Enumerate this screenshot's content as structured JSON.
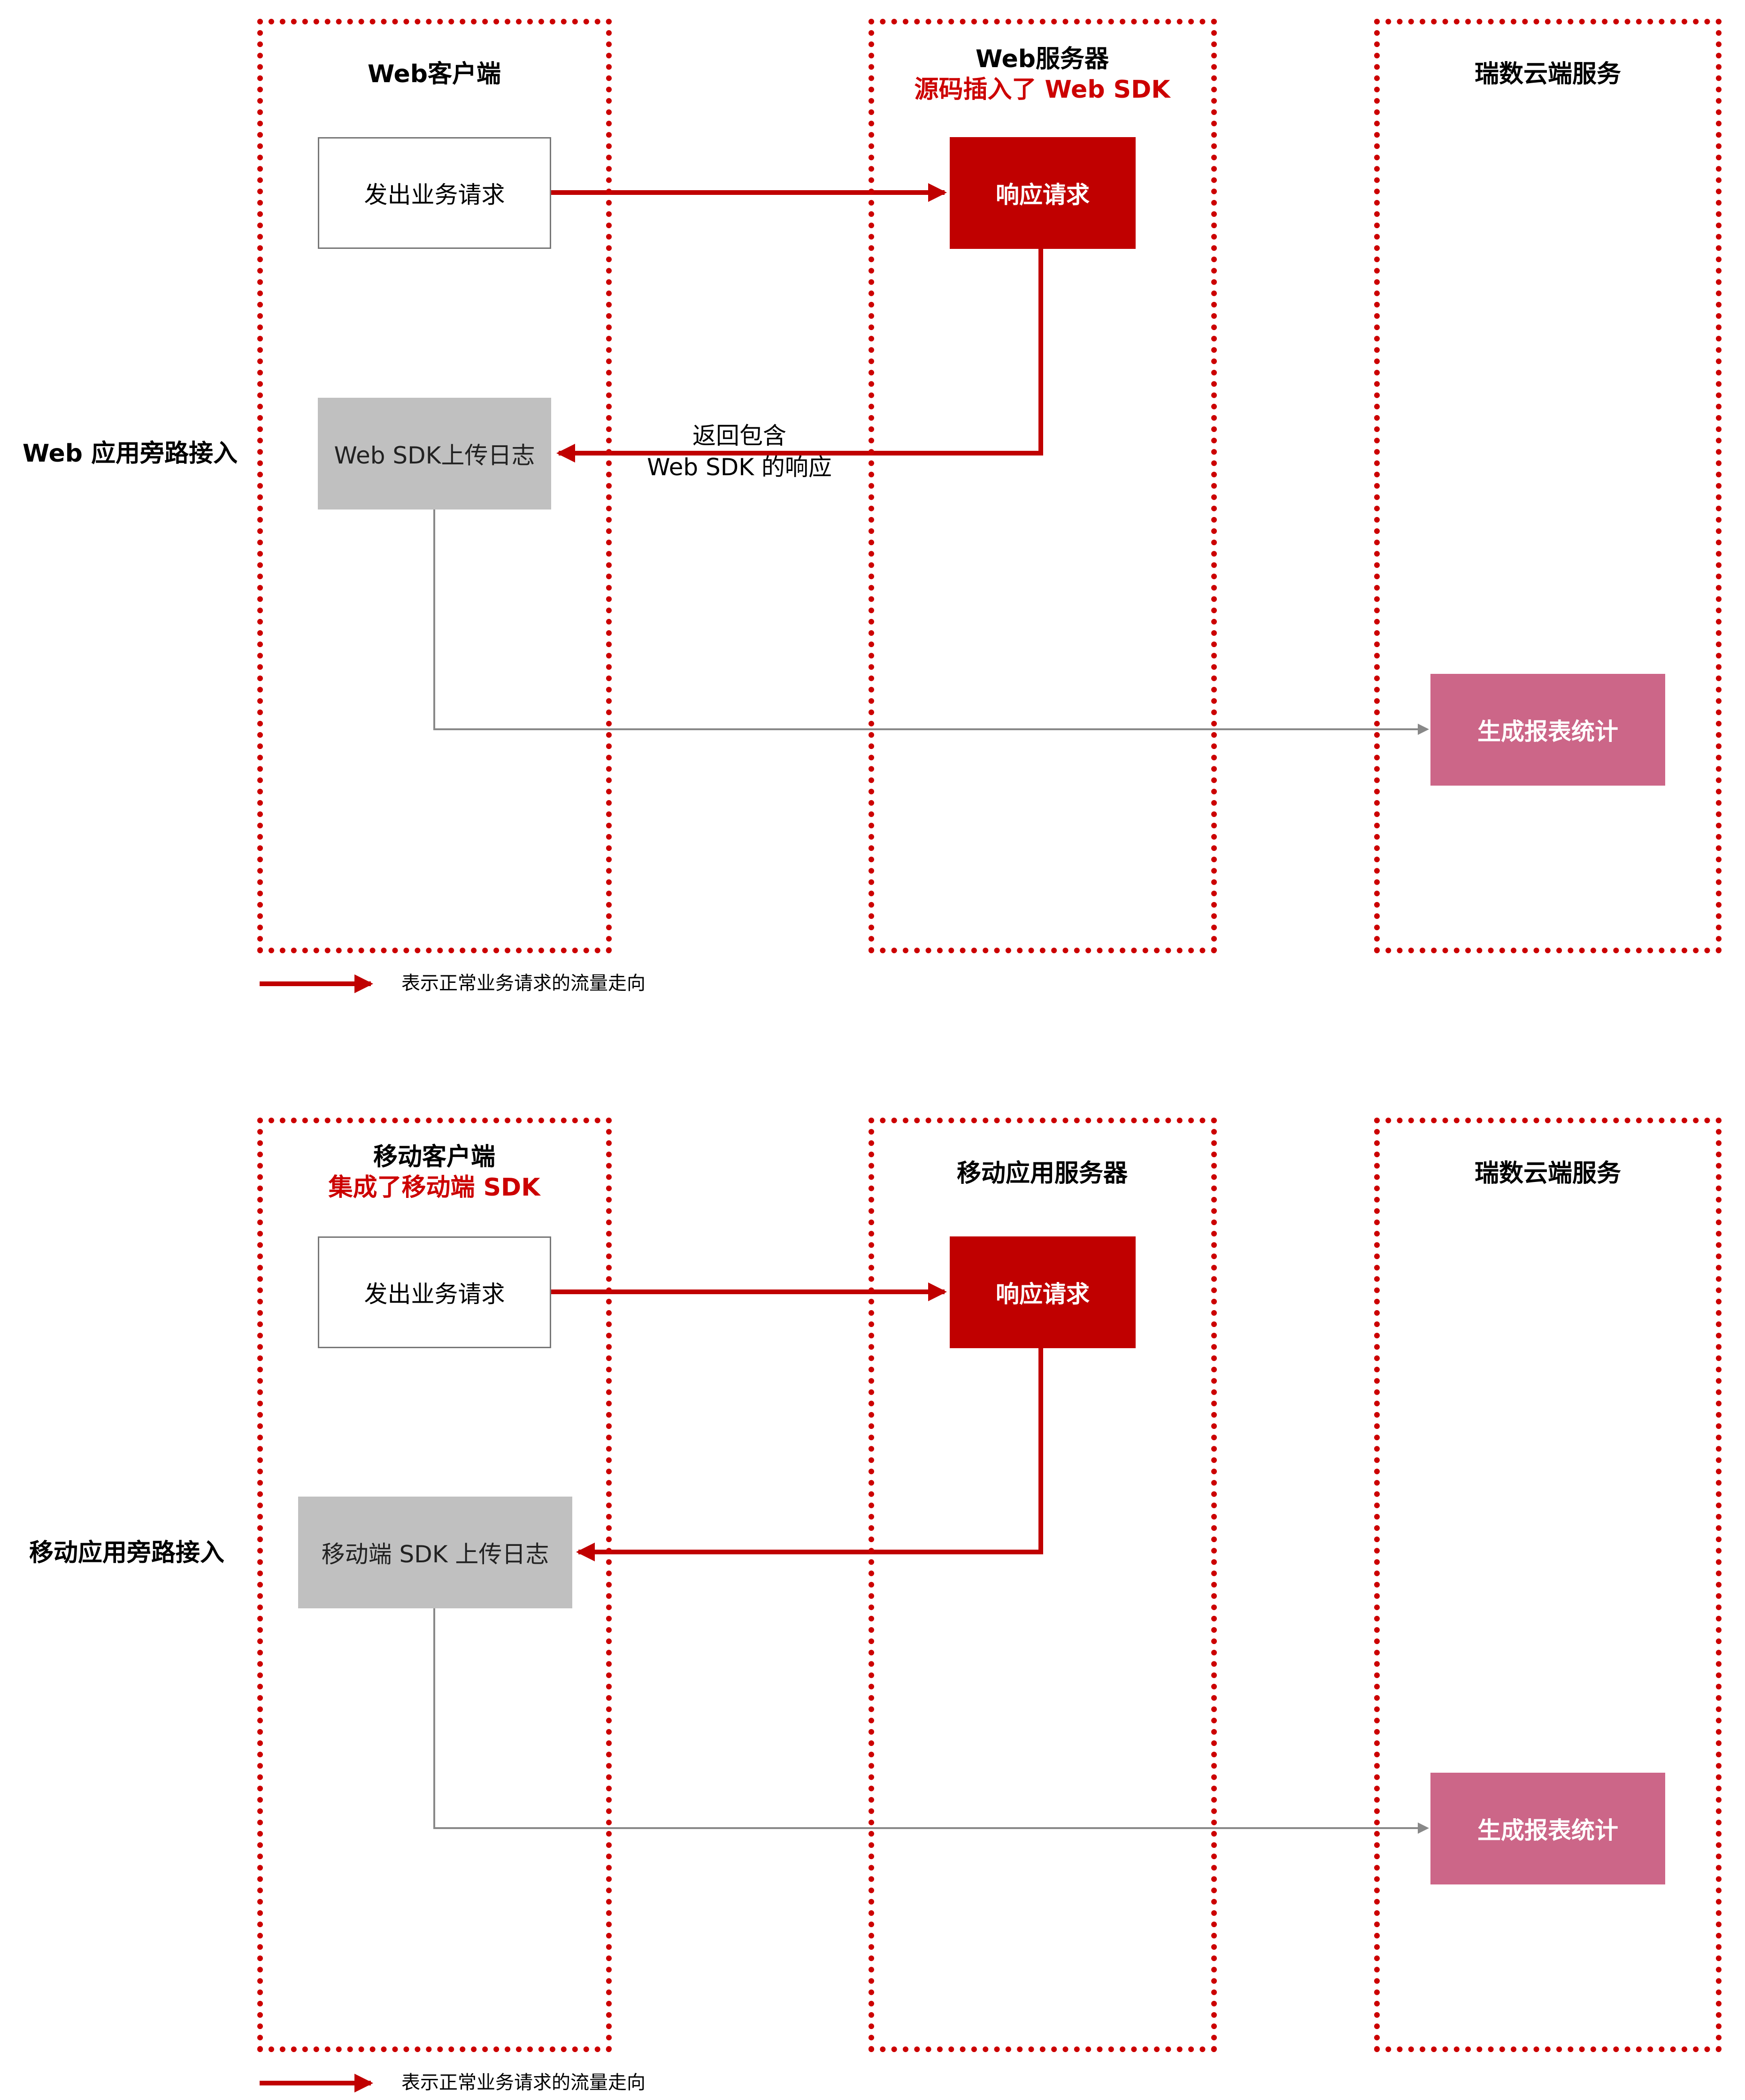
{
  "colors": {
    "lane_border": "#cc0000",
    "flow_arrow": "#c00000",
    "response_box": "#c00000",
    "upload_box": "#c0c0c0",
    "report_box": "#cc6688",
    "secondary_arrow": "#888888"
  },
  "sections": [
    {
      "row_label": "Web 应用旁路接入",
      "lanes": {
        "client": {
          "title": "Web客户端",
          "subtitle": ""
        },
        "server": {
          "title": "Web服务器",
          "subtitle": "源码插入了 Web SDK"
        },
        "cloud": {
          "title": "瑞数云端服务",
          "subtitle": ""
        }
      },
      "boxes": {
        "request": "发出业务请求",
        "response": "响应请求",
        "upload": "Web SDK上传日志",
        "report": "生成报表统计"
      },
      "return_label": [
        "返回包含",
        "Web SDK 的响应"
      ],
      "legend": "表示正常业务请求的流量走向"
    },
    {
      "row_label": "移动应用旁路接入",
      "lanes": {
        "client": {
          "title": "移动客户端",
          "subtitle": "集成了移动端 SDK"
        },
        "server": {
          "title": "移动应用服务器",
          "subtitle": ""
        },
        "cloud": {
          "title": "瑞数云端服务",
          "subtitle": ""
        }
      },
      "boxes": {
        "request": "发出业务请求",
        "response": "响应请求",
        "upload": "移动端 SDK 上传日志",
        "report": "生成报表统计"
      },
      "return_label": [
        "",
        ""
      ],
      "legend": "表示正常业务请求的流量走向"
    }
  ]
}
